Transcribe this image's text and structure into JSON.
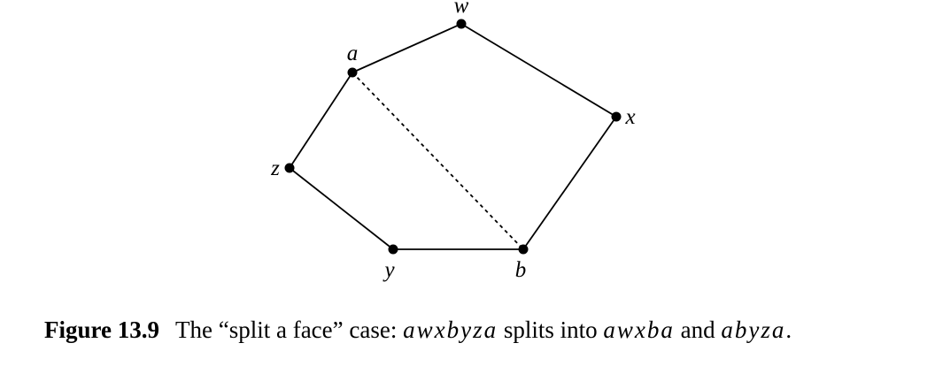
{
  "diagram": {
    "vertices": [
      {
        "id": "w",
        "label": "w"
      },
      {
        "id": "a",
        "label": "a"
      },
      {
        "id": "x",
        "label": "x"
      },
      {
        "id": "z",
        "label": "z"
      },
      {
        "id": "y",
        "label": "y"
      },
      {
        "id": "b",
        "label": "b"
      }
    ],
    "edges": [
      {
        "from": "a",
        "to": "w",
        "style": "solid"
      },
      {
        "from": "w",
        "to": "x",
        "style": "solid"
      },
      {
        "from": "x",
        "to": "b",
        "style": "solid"
      },
      {
        "from": "b",
        "to": "y",
        "style": "solid"
      },
      {
        "from": "y",
        "to": "z",
        "style": "solid"
      },
      {
        "from": "z",
        "to": "a",
        "style": "solid"
      },
      {
        "from": "a",
        "to": "b",
        "style": "dashed"
      }
    ]
  },
  "caption": {
    "figure_label": "Figure 13.9",
    "text_before": "The “split a face” case: ",
    "face": "awxbyza",
    "text_middle": " splits into ",
    "face1": "awxba",
    "text_and": " and ",
    "face2": "abyza",
    "text_end": "."
  }
}
